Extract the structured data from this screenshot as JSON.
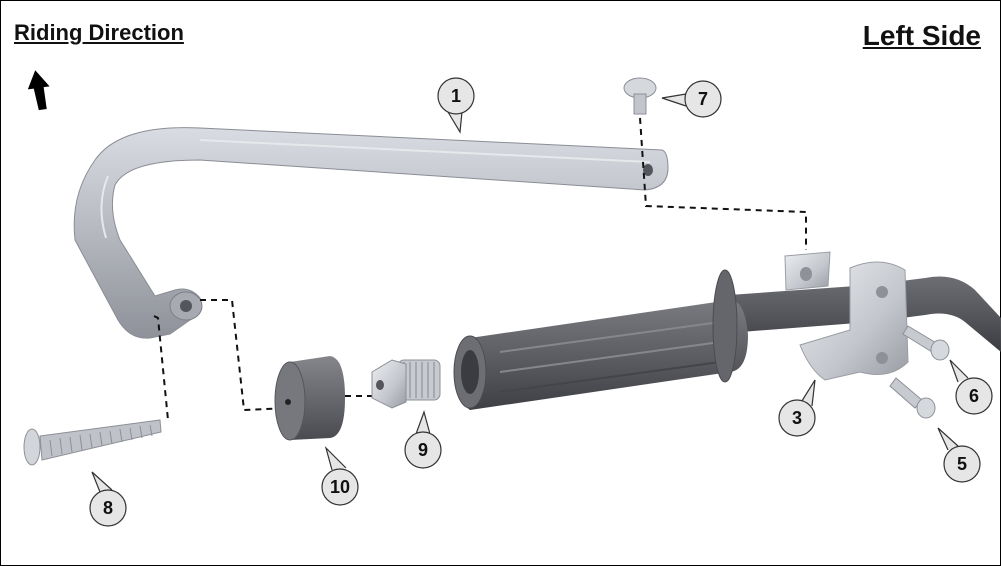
{
  "header": {
    "riding_direction": "Riding Direction",
    "side": "Left Side"
  },
  "callouts": [
    "1",
    "3",
    "5",
    "6",
    "7",
    "8",
    "9",
    "10"
  ],
  "colors": {
    "hand_guard": "#b9bcc3",
    "grip": "#5f6066",
    "handlebar": "#55565c",
    "clamp": "#d3d6db",
    "bolt": "#c7cacf",
    "bar_end": "#6a6b70"
  }
}
